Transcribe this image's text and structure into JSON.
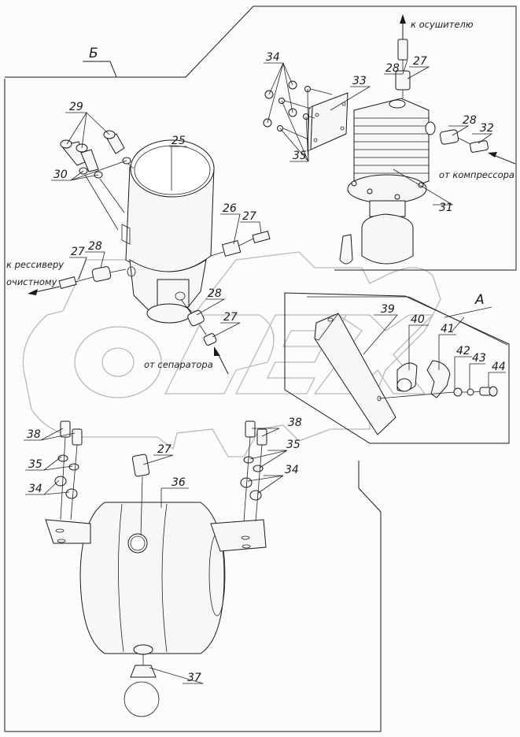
{
  "drawing": {
    "type": "exploded assembly diagram",
    "watermark": "OPEX",
    "views": {
      "b": {
        "label": "Б"
      },
      "a": {
        "label": "А"
      }
    },
    "flow_notes": {
      "to_dryer": "к осушителю",
      "from_compressor": "от компрессора",
      "to_receiver_line1": "к рессиверу",
      "to_receiver_line2": "очистному",
      "from_separator": "от сепаратора"
    },
    "callouts": {
      "c25": "25",
      "c26": "26",
      "c27a": "27",
      "c27b": "27",
      "c27c": "27",
      "c27d": "27",
      "c27e": "27",
      "c28a": "28",
      "c28b": "28",
      "c28c": "28",
      "c28d": "28",
      "c29": "29",
      "c30": "30",
      "c31": "31",
      "c32": "32",
      "c33": "33",
      "c34a": "34",
      "c34b": "34",
      "c34c": "34",
      "c35a": "35",
      "c35b": "35",
      "c35c": "35",
      "c36": "36",
      "c37": "37",
      "c38a": "38",
      "c38b": "38",
      "c39": "39",
      "c40": "40",
      "c41": "41",
      "c42": "42",
      "c43": "43",
      "c44": "44"
    },
    "colors": {
      "line": "#1a1a1a",
      "watermark": "#b8b8b8",
      "background": "#fcfdfb"
    }
  }
}
